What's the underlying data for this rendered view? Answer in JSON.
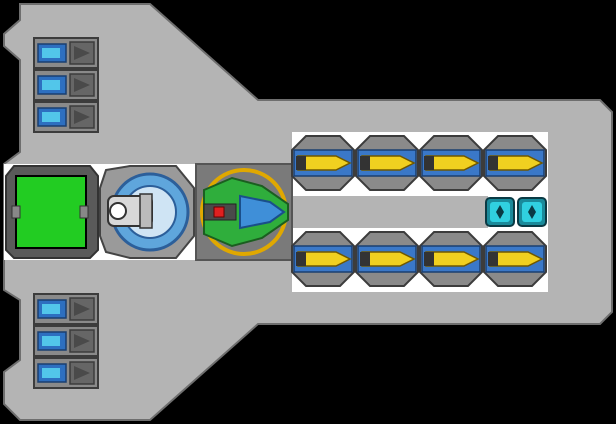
{
  "scene": {
    "background": "#000000",
    "hull_color": "#b4b4b4",
    "hull_edge": "#6e6e6e",
    "bay_color": "#ffffff",
    "accent_green": "#22cc22",
    "accent_yellow": "#f0d020",
    "accent_cyan": "#30d0e0",
    "accent_blue": "#3a78c8"
  },
  "modules": {
    "thrusters_top_count": 3,
    "thrusters_bottom_count": 3,
    "missiles_top_count": 4,
    "missiles_bottom_count": 4,
    "shield_blocks_count": 2,
    "reactor": "green-reactor",
    "engine": "round-engine",
    "cockpit": "fighter-cockpit"
  }
}
